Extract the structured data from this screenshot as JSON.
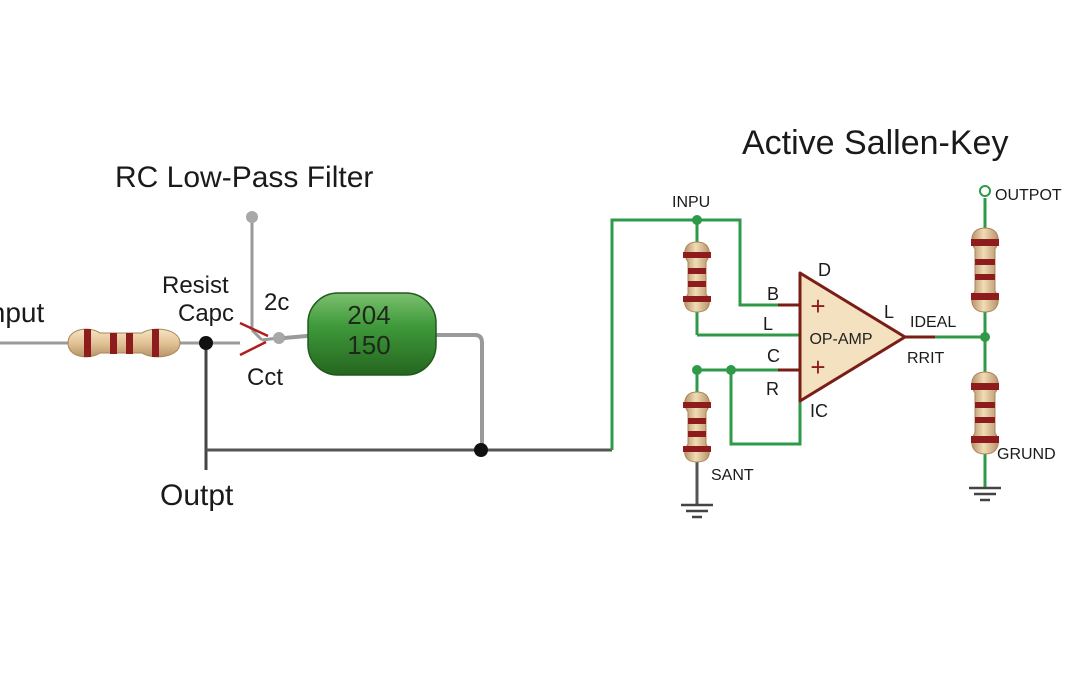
{
  "left_circuit": {
    "title": "RC Low-Pass Filter",
    "input_label": "Input",
    "label_resist": "Resist",
    "label_capc": "Capc",
    "label_cct": "Cct",
    "label_2c": "2c",
    "capacitor_text_line1": "204",
    "capacitor_text_line2": "150",
    "output_label": "Outpt"
  },
  "right_circuit": {
    "title": "Active Sallen-Key",
    "input_label": "INPU",
    "opamp_label": "OP-AMP",
    "pin_d": "D",
    "pin_b": "B",
    "pin_l_left": "L",
    "pin_c": "C",
    "pin_r": "R",
    "pin_ic": "IC",
    "pin_l_right": "L",
    "plus_top": "+",
    "plus_bottom": "+",
    "label_ideal": "IDEAL",
    "label_rrit": "RRIT",
    "label_sant": "SANT",
    "output_label": "OUTPOT",
    "ground_label": "GRUND"
  },
  "colors": {
    "green_wire": "#2e9a48",
    "gray_wire": "#8f8f8f",
    "dark_wire": "#3a3a3a",
    "capacitor_green": "#3d8f3a",
    "resistor_body": "#e4c79c",
    "band_red": "#8e1c1c",
    "opamp_fill": "#f3e1bf",
    "opamp_stroke": "#7a1d16"
  }
}
